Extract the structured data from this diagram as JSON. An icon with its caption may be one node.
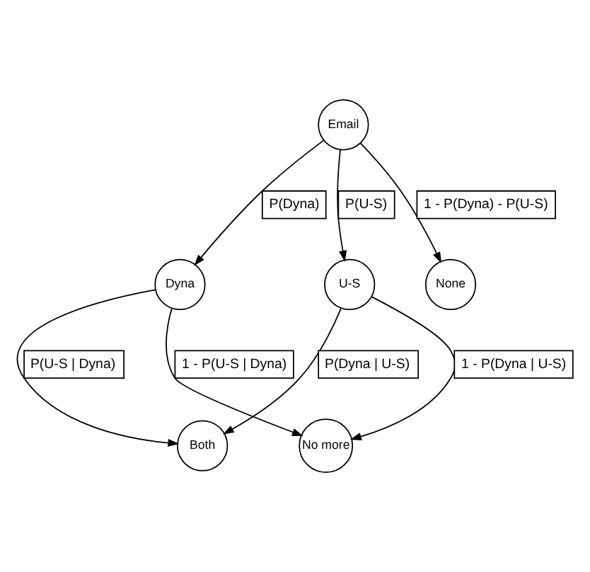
{
  "diagram": {
    "nodes": [
      {
        "text": [
          "Email"
        ]
      },
      {
        "text": [
          "U-S"
        ]
      },
      {
        "text": [
          "None"
        ]
      },
      {
        "text": [
          "Dyna"
        ]
      },
      {
        "text": [
          "Both"
        ]
      },
      {
        "text": [
          "No more"
        ]
      }
    ],
    "edges": [
      {
        "from": 0,
        "to": 1,
        "arrow": "to",
        "label": "P(U-S)"
      },
      {
        "from": 0,
        "to": 2,
        "arrow": "to",
        "label": "1 - P(Dyna) - P(U-S)"
      },
      {
        "from": 0,
        "to": 3,
        "arrow": "to",
        "label": "P(Dyna)"
      },
      {
        "from": 1,
        "to": 4,
        "arrow": "to",
        "label": "P(Dyna | U-S)"
      },
      {
        "from": 1,
        "to": 5,
        "arrow": "to",
        "label": "1 - P(Dyna | U-S)"
      },
      {
        "from": 3,
        "to": 4,
        "arrow": "to",
        "label": "P(U-S | Dyna)"
      },
      {
        "from": 3,
        "to": 5,
        "arrow": "to",
        "label": "1 - P(U-S | Dyna)"
      }
    ]
  }
}
